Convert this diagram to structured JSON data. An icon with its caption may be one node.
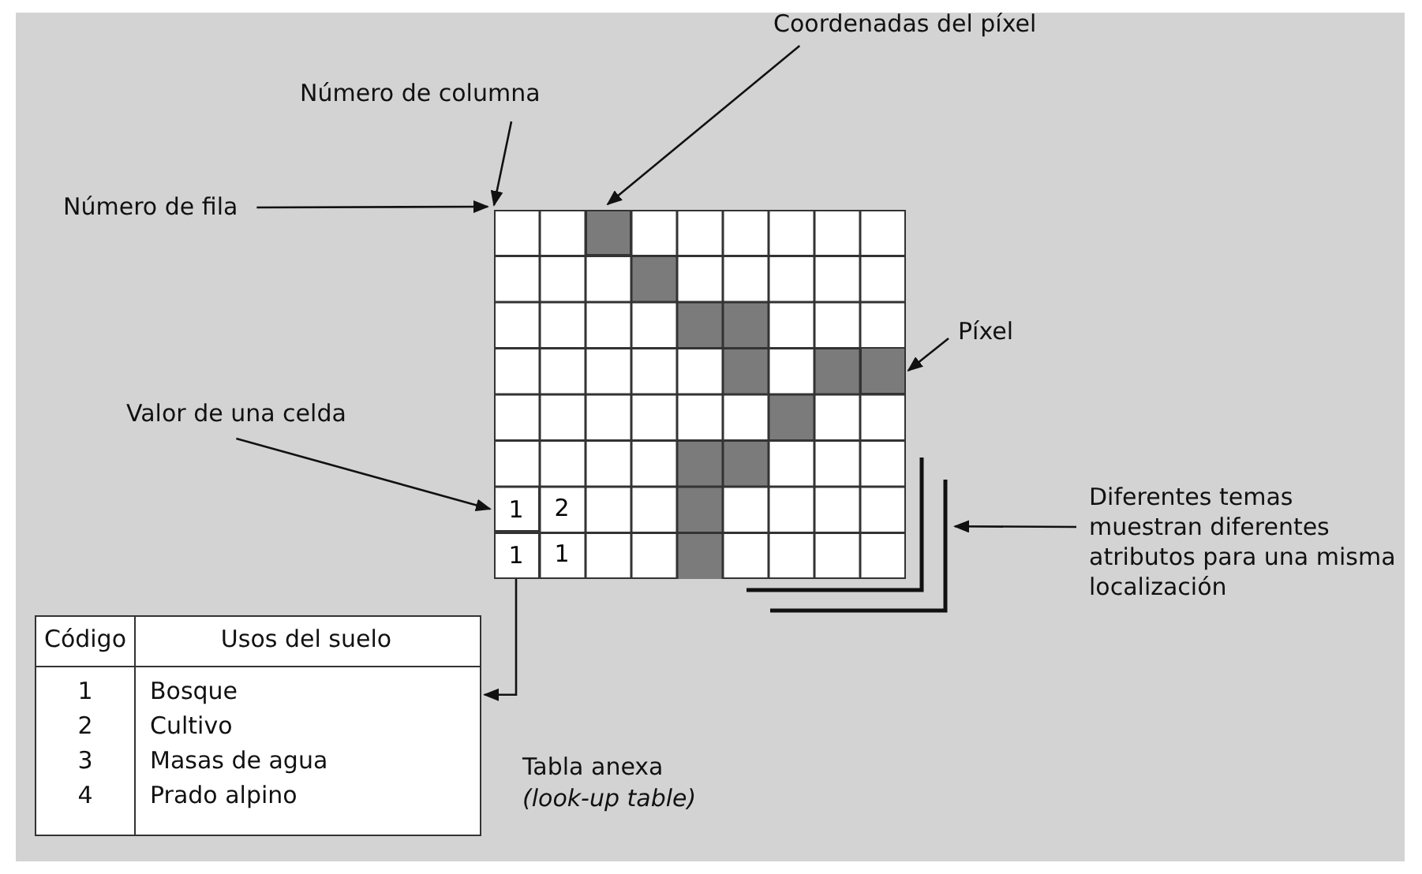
{
  "diagram": {
    "nodes": [
      {
        "text": [
          "Número de columna"
        ]
      },
      {
        "text": [
          "Coordenadas del píxel"
        ]
      },
      {
        "text": [
          "Número de fila"
        ]
      },
      {
        "text": [],
        "shape": "box"
      },
      {
        "text": [],
        "shape": "box",
        "in": 3
      },
      {
        "text": [
          "Píxel"
        ]
      },
      {
        "text": [],
        "shape": "box",
        "in": 3
      },
      {
        "text": [
          "Valor de una celda"
        ]
      },
      {
        "text": [
          "1"
        ],
        "in": 3
      },
      {
        "text": [
          "1"
        ],
        "in": 3
      },
      {
        "text": [],
        "shape": "box"
      },
      {
        "text": [
          "Diferentes temas muestran diferentes atributos para una misma localización"
        ]
      },
      {
        "text": [
          "Código",
          "Usos del suelo",
          "1",
          "Bosque",
          "2",
          "Cultivo",
          "3",
          "Masas de agua",
          "4",
          "Prado alpino"
        ],
        "beside": [
          "Tabla anexa",
          "(look-up table)"
        ]
      }
    ],
    "edges": [
      {
        "from": 0,
        "to": 3,
        "arrow": "to"
      },
      {
        "from": 1,
        "to": 4,
        "arrow": "to"
      },
      {
        "from": 2,
        "to": 3,
        "arrow": "to"
      },
      {
        "from": 5,
        "to": 6,
        "arrow": "to"
      },
      {
        "from": 7,
        "to": 8,
        "arrow": "to"
      },
      {
        "from": 11,
        "to": 10,
        "arrow": "to"
      },
      {
        "from": 9,
        "to": 12,
        "arrow": "to"
      }
    ],
    "labels": [
      "2",
      "1"
    ]
  }
}
